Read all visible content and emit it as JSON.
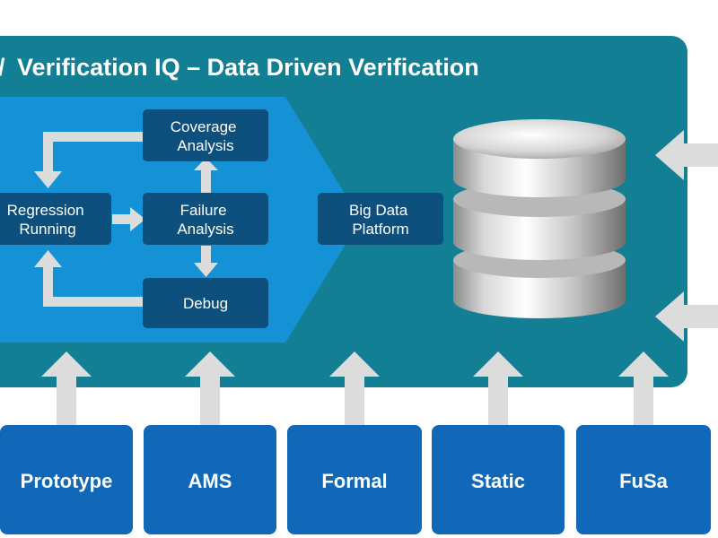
{
  "title": "Verification IQ – Data Driven Verification",
  "title_prefix": "/",
  "flow": {
    "coverage_analysis": [
      "Coverage",
      "Analysis"
    ],
    "regression_running": [
      "Regression",
      "Running"
    ],
    "failure_analysis": [
      "Failure",
      "Analysis"
    ],
    "debug": [
      "Debug"
    ],
    "big_data_platform": [
      "Big Data",
      "Platform"
    ]
  },
  "tools": [
    "Prototype",
    "AMS",
    "Formal",
    "Static",
    "FuSa"
  ],
  "colors": {
    "panel": "#137f94",
    "chevron": "#1592d6",
    "box": "#0d4f7d",
    "tool": "#1167b8",
    "arrow": "#dcdcdc"
  },
  "icons": {
    "database": "database-icon"
  }
}
